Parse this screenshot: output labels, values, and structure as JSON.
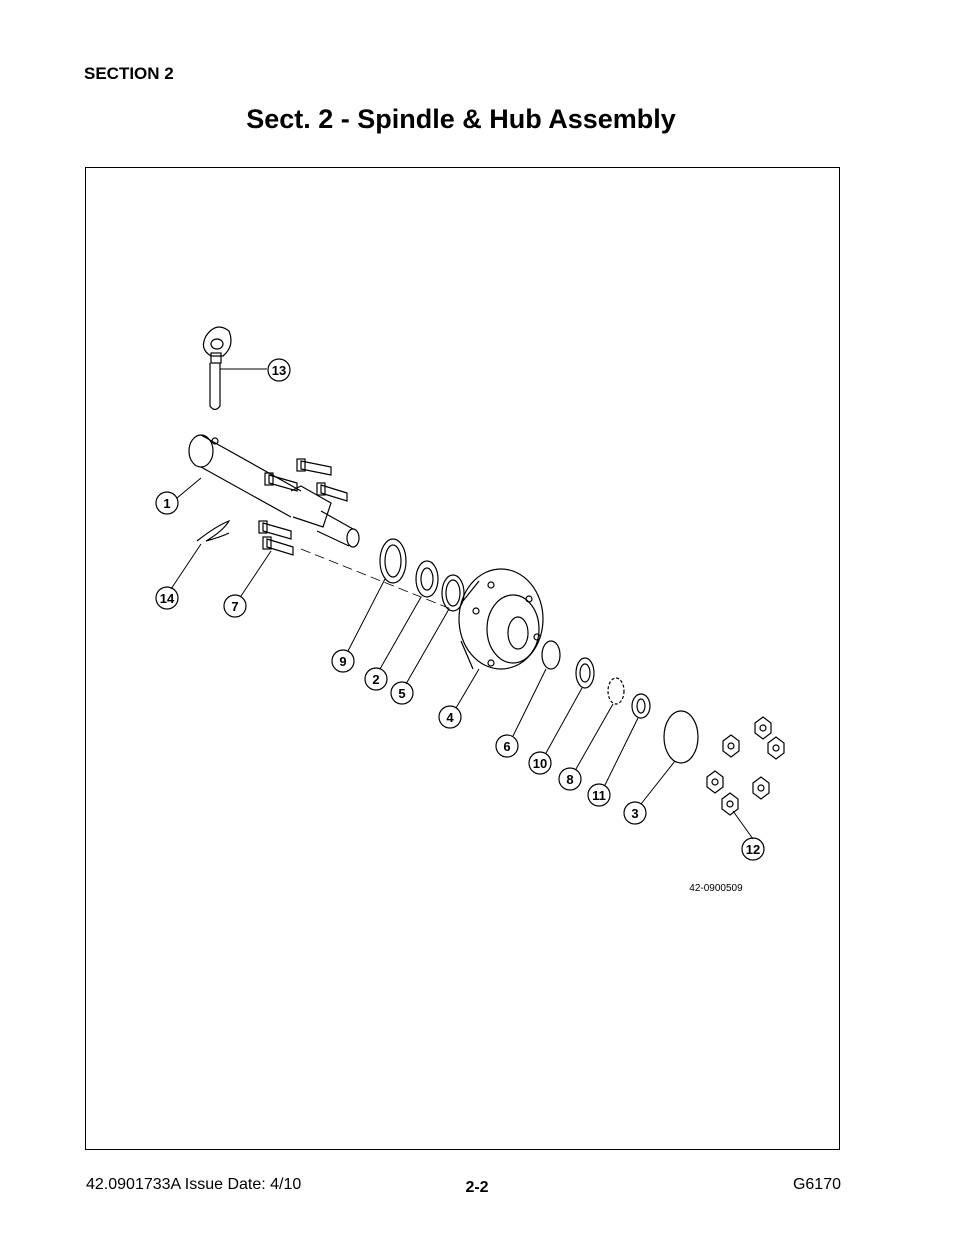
{
  "header": {
    "section": "SECTION 2",
    "title": "Sect. 2 - Spindle & Hub Assembly"
  },
  "figure": {
    "drawing_number": "42-0900509",
    "callouts": [
      "1",
      "2",
      "3",
      "4",
      "5",
      "6",
      "7",
      "8",
      "9",
      "10",
      "11",
      "12",
      "13",
      "14"
    ]
  },
  "footer": {
    "doc_id": "42.0901733A  Issue Date: 4/10",
    "page": "2-2",
    "model": "G6170"
  }
}
